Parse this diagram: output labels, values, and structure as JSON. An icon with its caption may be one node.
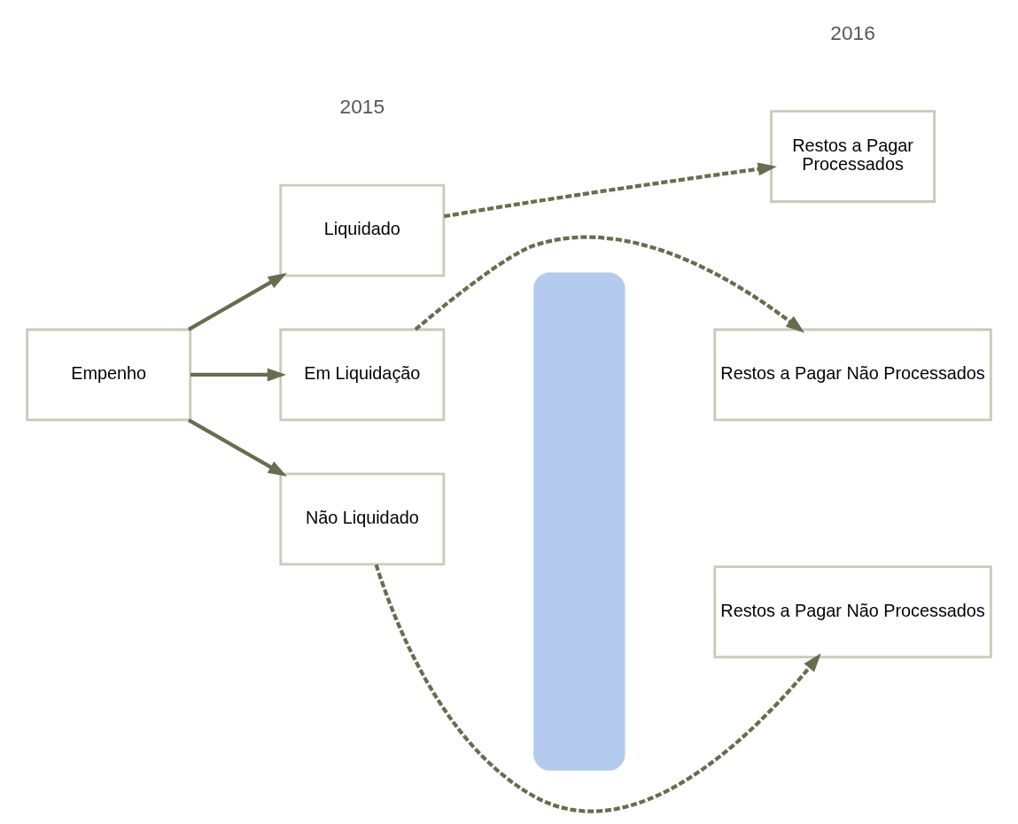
{
  "diagram": {
    "nodes": [
      {
        "text": [
          "Empenho"
        ]
      },
      {
        "text": [
          "Liquidado"
        ]
      },
      {
        "text": [
          "Em Liquidação"
        ]
      },
      {
        "text": [
          "Não Liquidado"
        ]
      },
      {
        "text": [
          "Restos a Pagar",
          "Processados"
        ]
      },
      {
        "text": [
          "Restos a Pagar Não Processados"
        ]
      },
      {
        "text": [
          "Restos a Pagar Não Processados"
        ]
      },
      {
        "text": [],
        "shape": "bar"
      }
    ],
    "edges": [
      {
        "from": 0,
        "to": 1,
        "arrow": "to"
      },
      {
        "from": 0,
        "to": 2,
        "arrow": "to"
      },
      {
        "from": 0,
        "to": 3,
        "arrow": "to"
      },
      {
        "from": 1,
        "to": 4,
        "arrow": "to",
        "style": "dashed"
      },
      {
        "from": 2,
        "to": 5,
        "arrow": "to",
        "style": "dashed"
      },
      {
        "from": 3,
        "to": 6,
        "arrow": "to",
        "style": "dashed"
      }
    ],
    "labels": [
      "2015",
      "2016"
    ]
  }
}
